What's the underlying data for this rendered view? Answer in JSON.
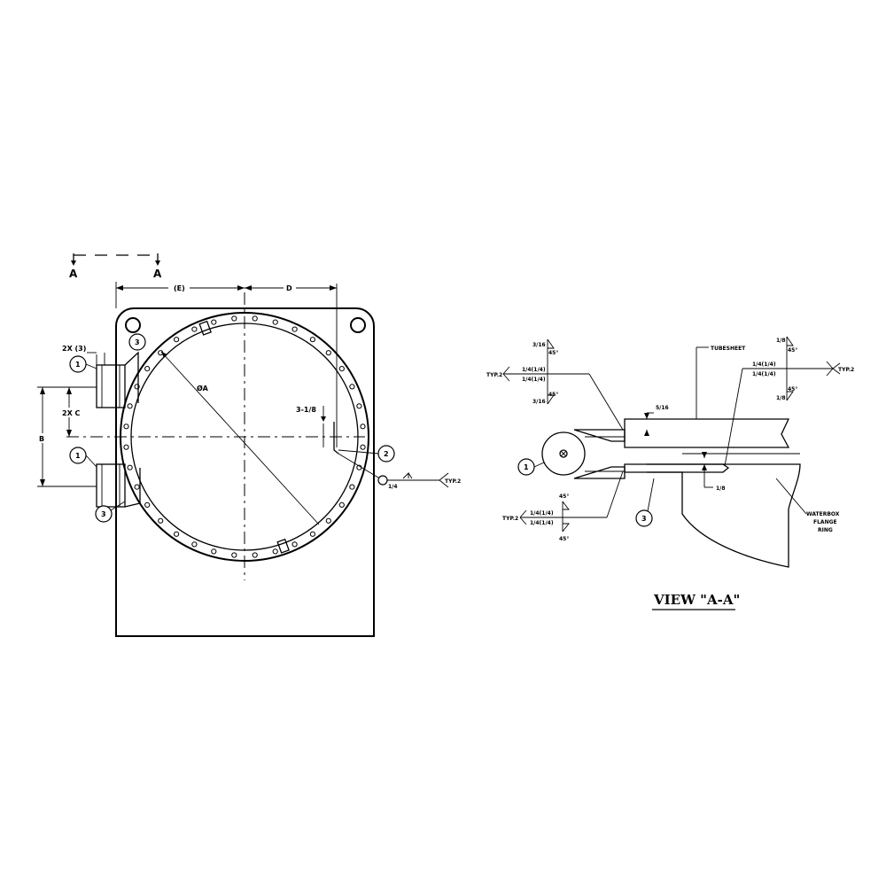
{
  "section_marker": {
    "left": "A",
    "right": "A"
  },
  "front_view": {
    "dim_e": "(E)",
    "dim_d": "D",
    "dim_qty_3": "2X (3)",
    "dim_qty_c": "2X C",
    "dim_b": "B",
    "dim_diameter": "ØA",
    "dim_offset": "3-1/8",
    "weld_size": "1/4",
    "weld_note": "TYP.2",
    "callouts": [
      "1",
      "1",
      "2",
      "3",
      "3"
    ]
  },
  "view_aa": {
    "title": "VIEW \"A-A\"",
    "tubesheet_label": "TUBESHEET",
    "waterbox_label": [
      "WATERBOX",
      "FLANGE",
      "RING"
    ],
    "dim_5_16": "5/16",
    "dim_1_8": "1/8",
    "top_left_weld": {
      "note": "TYP.2",
      "upper": "3/16",
      "angle_upper": "45°",
      "size_a": "1/4(1/4)",
      "size_b": "1/4(1/4)",
      "angle_lower": "45°",
      "lower": "3/16"
    },
    "top_right_weld": {
      "note": "TYP.2",
      "upper": "1/8",
      "angle_upper": "45°",
      "size_a": "1/4(1/4)",
      "size_b": "1/4(1/4)",
      "angle_lower": "45°",
      "lower": "1/8"
    },
    "bottom_weld": {
      "note": "TYP.2",
      "angle_upper": "45°",
      "size_a": "1/4(1/4)",
      "size_b": "1/4(1/4)",
      "angle_lower": "45°"
    },
    "callouts": [
      "1",
      "3"
    ]
  }
}
